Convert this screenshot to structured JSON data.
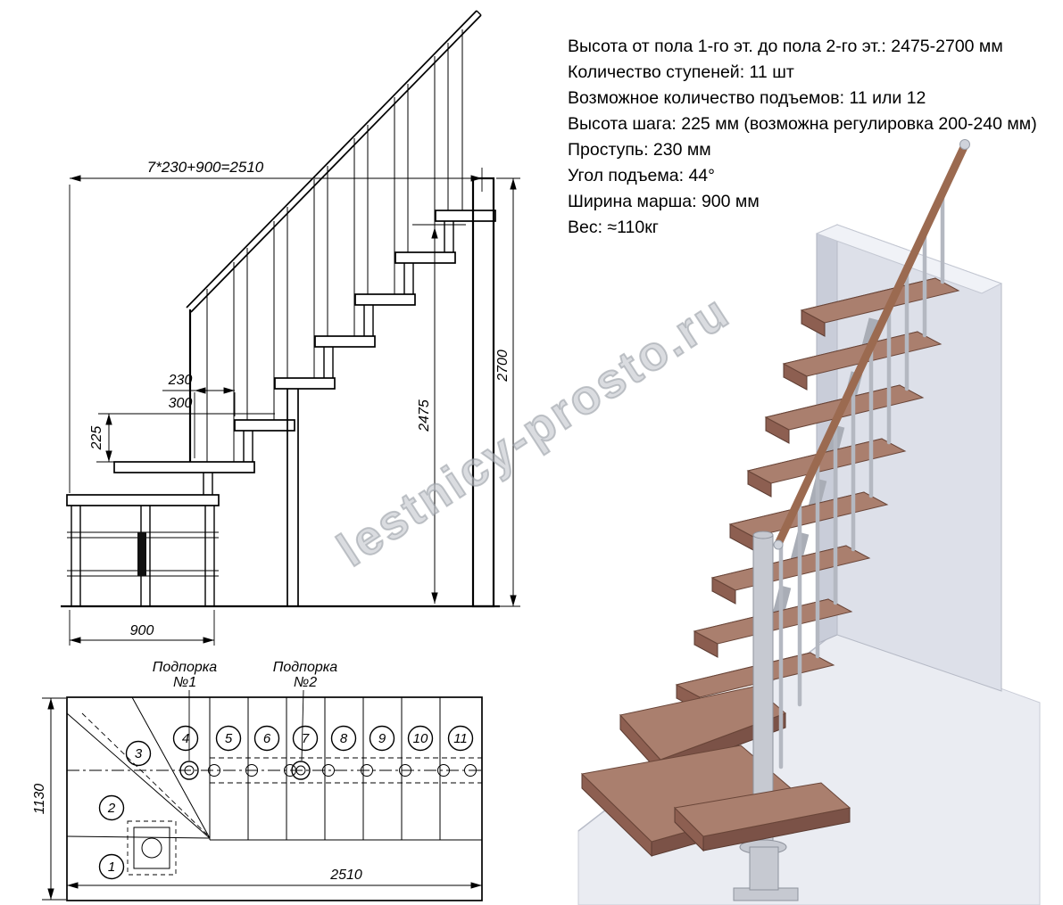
{
  "specs": {
    "lines": [
      "Высота от пола 1-го эт. до пола 2-го эт.: 2475-2700 мм",
      "Количество ступеней: 11 шт",
      "Возможное количество подъемов: 11 или 12",
      "Высота шага: 225 мм (возможна регулировка 200-240 мм)",
      "Проступь: 230 мм",
      "Угол подъема: 44°",
      "Ширина марша: 900 мм",
      "Вес: ≈110кг"
    ]
  },
  "elevation": {
    "dim_top": "7*230+900=2510",
    "dim_run": "230",
    "dim_depth": "300",
    "dim_rise": "225",
    "dim_2475": "2475",
    "dim_2700": "2700",
    "dim_900": "900"
  },
  "plan": {
    "support1": [
      "Подпорка",
      "№1"
    ],
    "support2": [
      "Подпорка",
      "№2"
    ],
    "dim_width": "1130",
    "dim_length": "2510",
    "steps": [
      "1",
      "2",
      "3",
      "4",
      "5",
      "6",
      "7",
      "8",
      "9",
      "10",
      "11"
    ]
  },
  "watermark": "lestnicy-prosto.ru",
  "colors": {
    "wood_top": "#aa7f6e",
    "wood_side": "#7b5247",
    "rail": "#9b6a50",
    "metal": "#c6c9d1",
    "wall": "#dde0e9",
    "floor": "#eaecf2",
    "line": "#000000"
  }
}
